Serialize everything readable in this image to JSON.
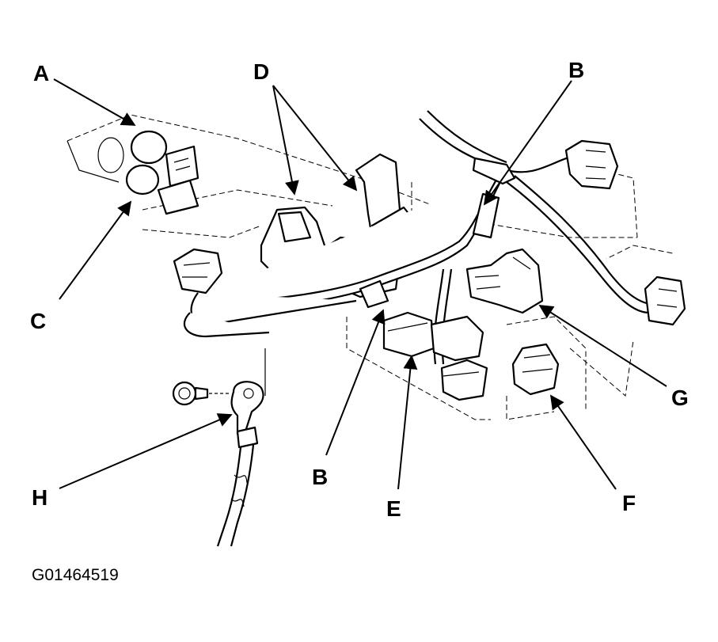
{
  "callouts": {
    "A": "A",
    "B_top": "B",
    "B_bottom": "B",
    "C": "C",
    "D": "D",
    "E": "E",
    "F": "F",
    "G": "G",
    "H": "H"
  },
  "figure_code": "G01464519"
}
